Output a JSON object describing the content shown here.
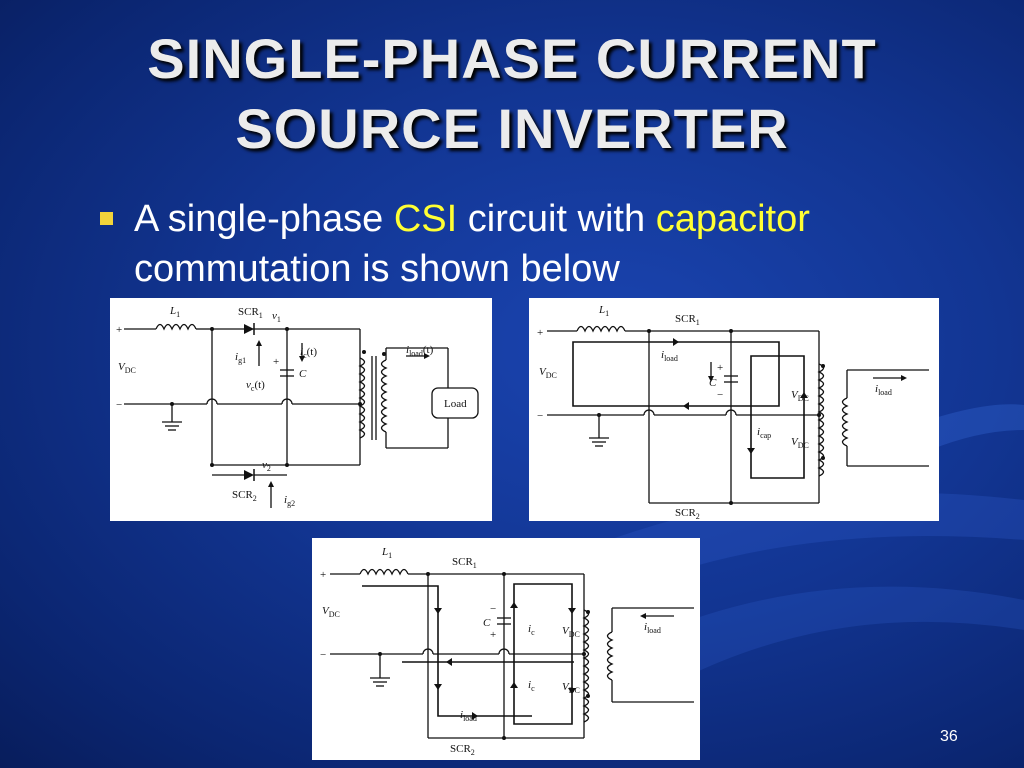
{
  "slide": {
    "title_line1": "SINGLE-PHASE CURRENT",
    "title_line2": "SOURCE INVERTER",
    "bullet": {
      "part1": "A single-phase ",
      "highlight1": "CSI",
      "part2": " circuit with ",
      "highlight2": "capacitor",
      "part3": "commutation is shown below"
    },
    "page_number": "36"
  },
  "colors": {
    "highlight": "#ffff33",
    "bullet": "#f2d43a",
    "title": "#ececec"
  },
  "diagram1": {
    "l1": "L",
    "l1_sub": "1",
    "scr1": "SCR",
    "scr1_sub": "1",
    "v1": "v",
    "v1_sub": "1",
    "plus": "+",
    "minus": "−",
    "vdc": "V",
    "vdc_sub": "DC",
    "ig1": "i",
    "ig1_sub": "g1",
    "ic": "i",
    "ic_sub": "c",
    "ic_t": "(t)",
    "cap_plus": "+",
    "cap": "C",
    "vc": "v",
    "vc_sub": "c",
    "vc_t": "(t)",
    "iload": "i",
    "iload_sub": "load",
    "iload_t": "(t)",
    "load": "Load",
    "v2": "v",
    "v2_sub": "2",
    "scr2": "SCR",
    "scr2_sub": "2",
    "ig2": "i",
    "ig2_sub": "g2"
  },
  "diagram2": {
    "l1": "L",
    "l1_sub": "1",
    "scr1": "SCR",
    "scr1_sub": "1",
    "plus": "+",
    "minus": "−",
    "vdc": "V",
    "vdc_sub": "DC",
    "iload": "i",
    "iload_sub": "load",
    "cap_plus": "+",
    "cap": "C",
    "cap_minus": "−",
    "vdc1": "V",
    "vdc1_sub": "DC",
    "icap": "i",
    "icap_sub": "cap",
    "vdc2": "V",
    "vdc2_sub": "DC",
    "iload_out": "i",
    "iload_out_sub": "load",
    "scr2": "SCR",
    "scr2_sub": "2"
  },
  "diagram3": {
    "l1": "L",
    "l1_sub": "1",
    "scr1": "SCR",
    "scr1_sub": "1",
    "plus": "+",
    "minus": "−",
    "vdc": "V",
    "vdc_sub": "DC",
    "cap_minus": "−",
    "cap": "C",
    "cap_plus": "+",
    "ic1": "i",
    "ic1_sub": "c",
    "vdc1": "V",
    "vdc1_sub": "DC",
    "ic2": "i",
    "ic2_sub": "c",
    "vdc2": "V",
    "vdc2_sub": "DC",
    "iload_out": "i",
    "iload_out_sub": "load",
    "iload": "i",
    "iload_sub": "load",
    "scr2": "SCR",
    "scr2_sub": "2"
  }
}
